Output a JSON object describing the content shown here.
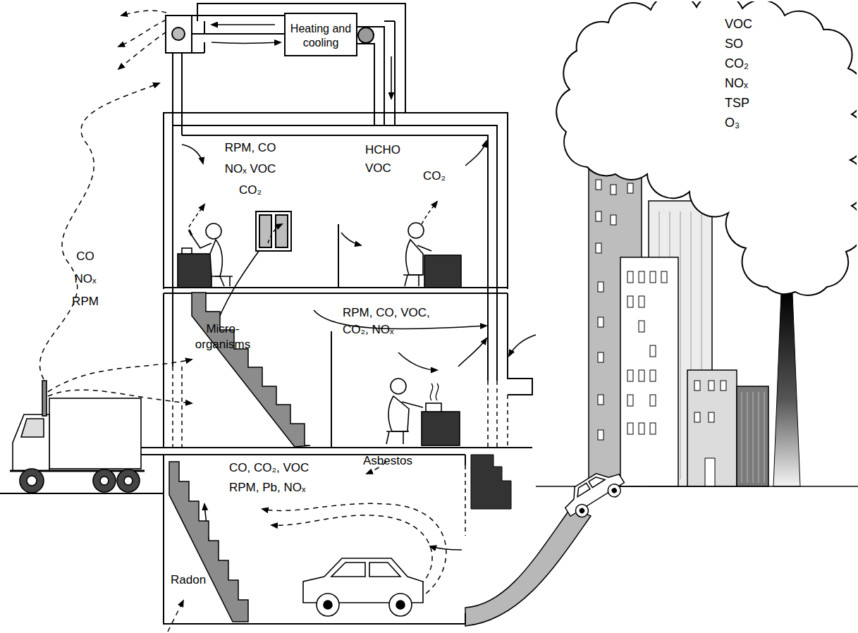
{
  "diagram": {
    "nodes": [
      {
        "text": [
          "Heating and cooling"
        ]
      },
      {
        "text": [
          "VOC SO CO₂ NOₓ TSP O₃"
        ]
      }
    ],
    "labels": [
      "CO NOₓ RPM",
      "RPM, CO NOₓ VOC CO₂",
      "HCHO VOC",
      "CO₂",
      "Micro- organisms",
      "RPM, CO, VOC, CO₂, NOₓ",
      "Asbestos",
      "CO, CO₂, VOC RPM, Pb, NOₓ",
      "Radon"
    ]
  }
}
